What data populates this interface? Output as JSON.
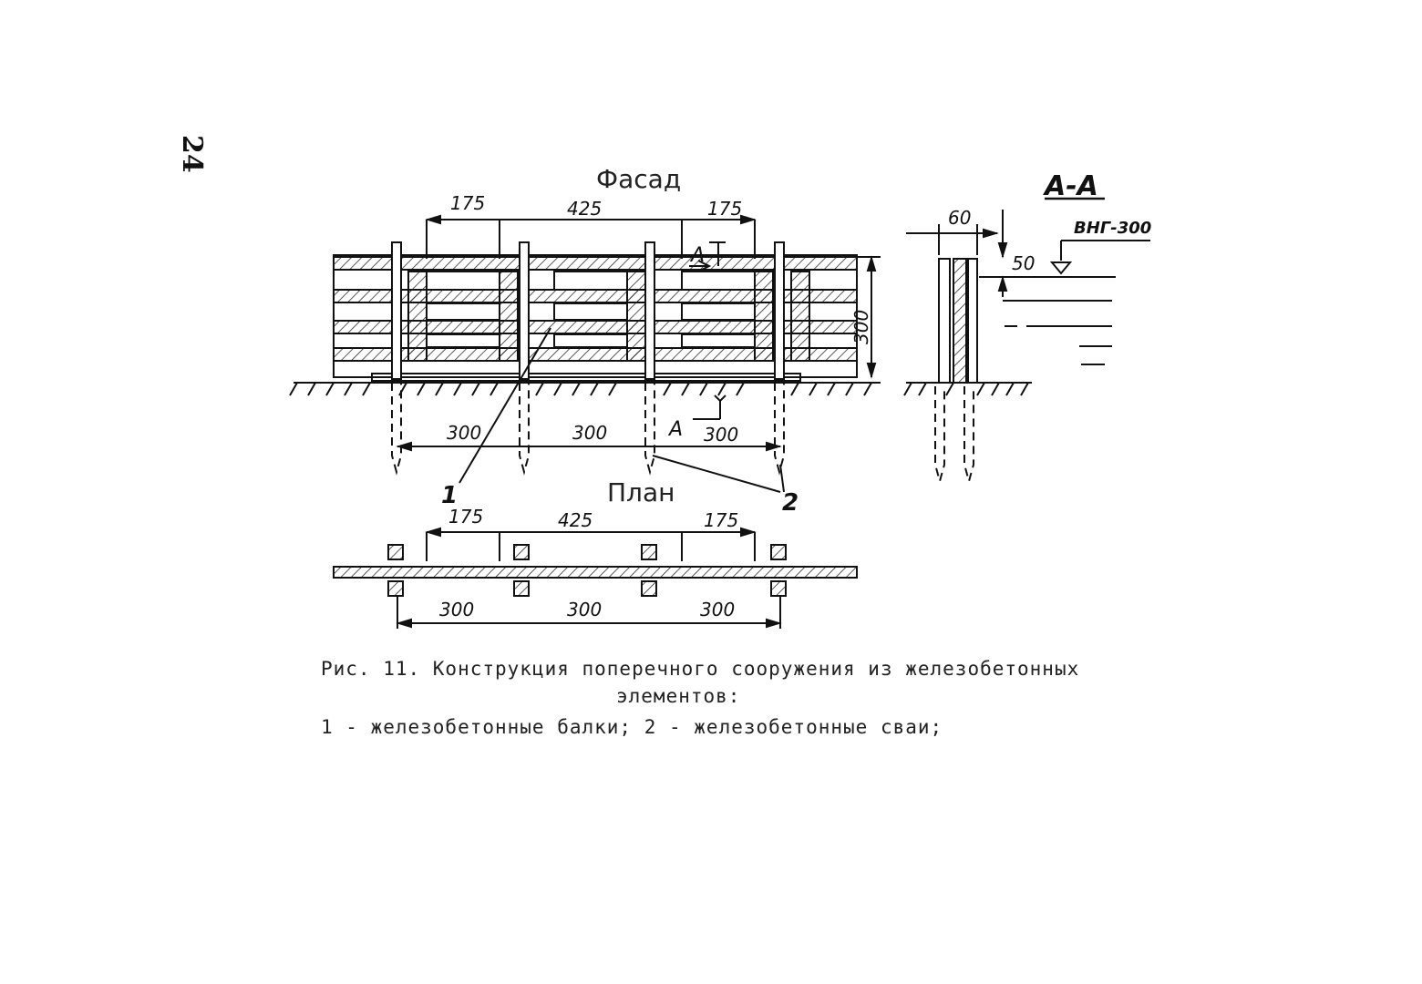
{
  "page_number": "24",
  "facade": {
    "title": "Фасад",
    "top_dims": [
      "175",
      "425",
      "175"
    ],
    "bottom_dims": [
      "300",
      "300",
      "300"
    ],
    "height_dim": "300",
    "section_mark": "А",
    "section_mark_bottom": "А"
  },
  "section": {
    "title": "А-А",
    "width_dim": "60",
    "depth_dim": "50",
    "water_level": "ВНГ-300"
  },
  "plan": {
    "title": "План",
    "top_dims": [
      "175",
      "425",
      "175"
    ],
    "bottom_dims": [
      "300",
      "300",
      "300"
    ]
  },
  "callouts": {
    "beams": "1",
    "piles": "2"
  },
  "caption": {
    "line1": "Рис. 11. Конструкция поперечного сооружения из железобетонных",
    "line2": "элементов:",
    "line3": "1 - железобетонные балки; 2 - железобетонные сваи;"
  }
}
